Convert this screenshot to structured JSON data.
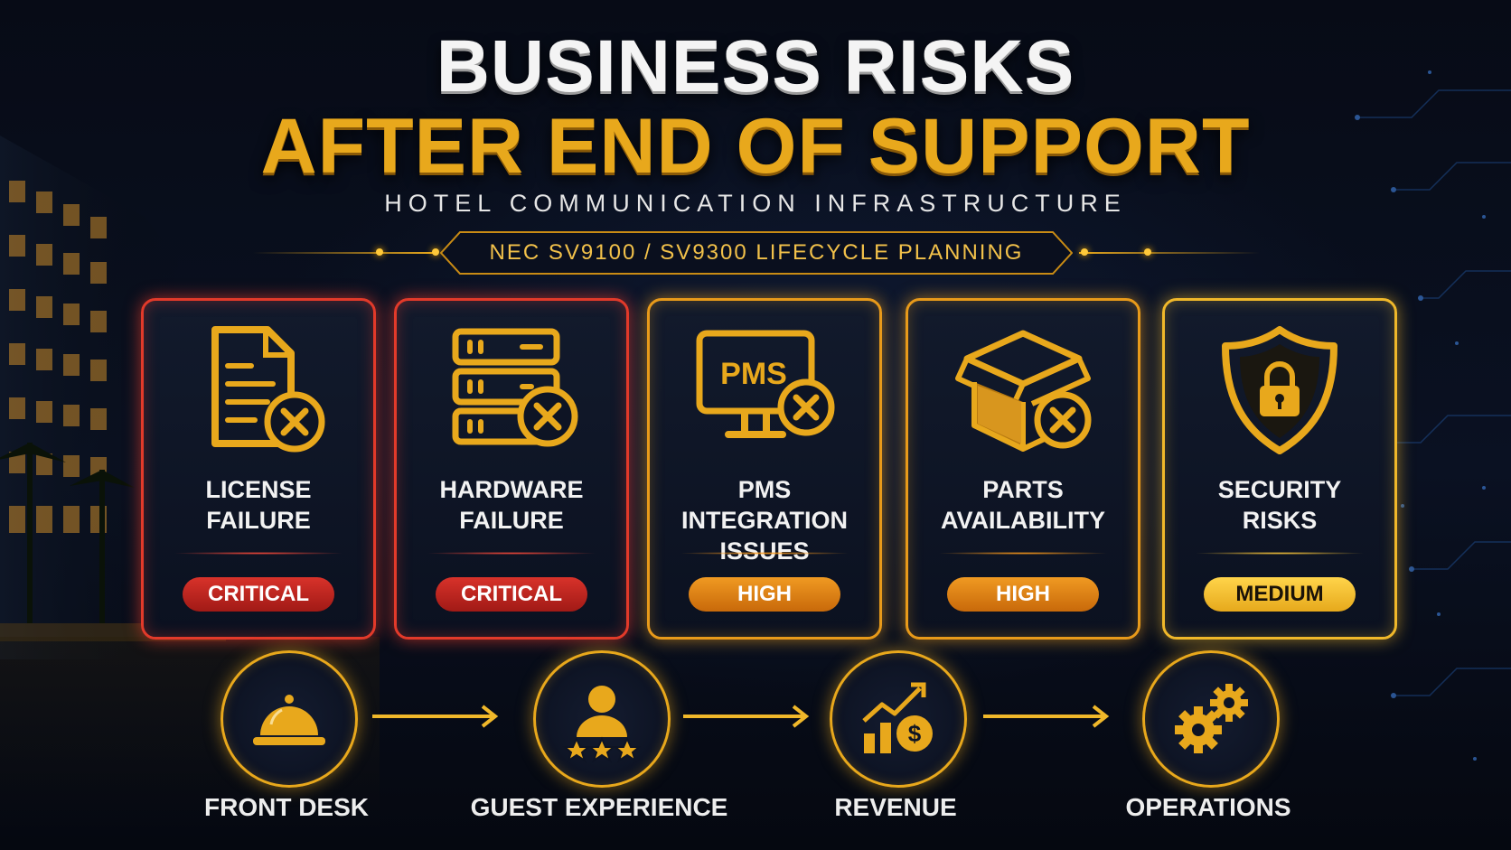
{
  "header": {
    "title_line1": "BUSINESS RISKS",
    "title_line2": "AFTER END OF SUPPORT",
    "subtitle": "HOTEL COMMUNICATION INFRASTRUCTURE",
    "banner": "NEC SV9100 / SV9300 LIFECYCLE PLANNING"
  },
  "colors": {
    "gold": "#e8a81c",
    "critical": "#d8322a",
    "high": "#f09a22",
    "medium": "#ffd44a"
  },
  "risks": [
    {
      "title_lines": [
        "LICENSE",
        "FAILURE"
      ],
      "level": "CRITICAL",
      "icon": "license-document-x-icon"
    },
    {
      "title_lines": [
        "HARDWARE",
        "FAILURE"
      ],
      "level": "CRITICAL",
      "icon": "server-x-icon"
    },
    {
      "title_lines": [
        "PMS",
        "INTEGRATION",
        "ISSUES"
      ],
      "level": "HIGH",
      "icon": "pms-monitor-x-icon",
      "icon_text": "PMS"
    },
    {
      "title_lines": [
        "PARTS",
        "AVAILABILITY"
      ],
      "level": "HIGH",
      "icon": "box-x-icon"
    },
    {
      "title_lines": [
        "SECURITY",
        "RISKS"
      ],
      "level": "MEDIUM",
      "icon": "shield-lock-icon"
    }
  ],
  "impacts": [
    {
      "label": "FRONT DESK",
      "icon": "service-bell-icon"
    },
    {
      "label": "GUEST EXPERIENCE",
      "icon": "guest-stars-icon"
    },
    {
      "label": "REVENUE",
      "icon": "revenue-chart-icon"
    },
    {
      "label": "OPERATIONS",
      "icon": "gears-icon"
    }
  ]
}
